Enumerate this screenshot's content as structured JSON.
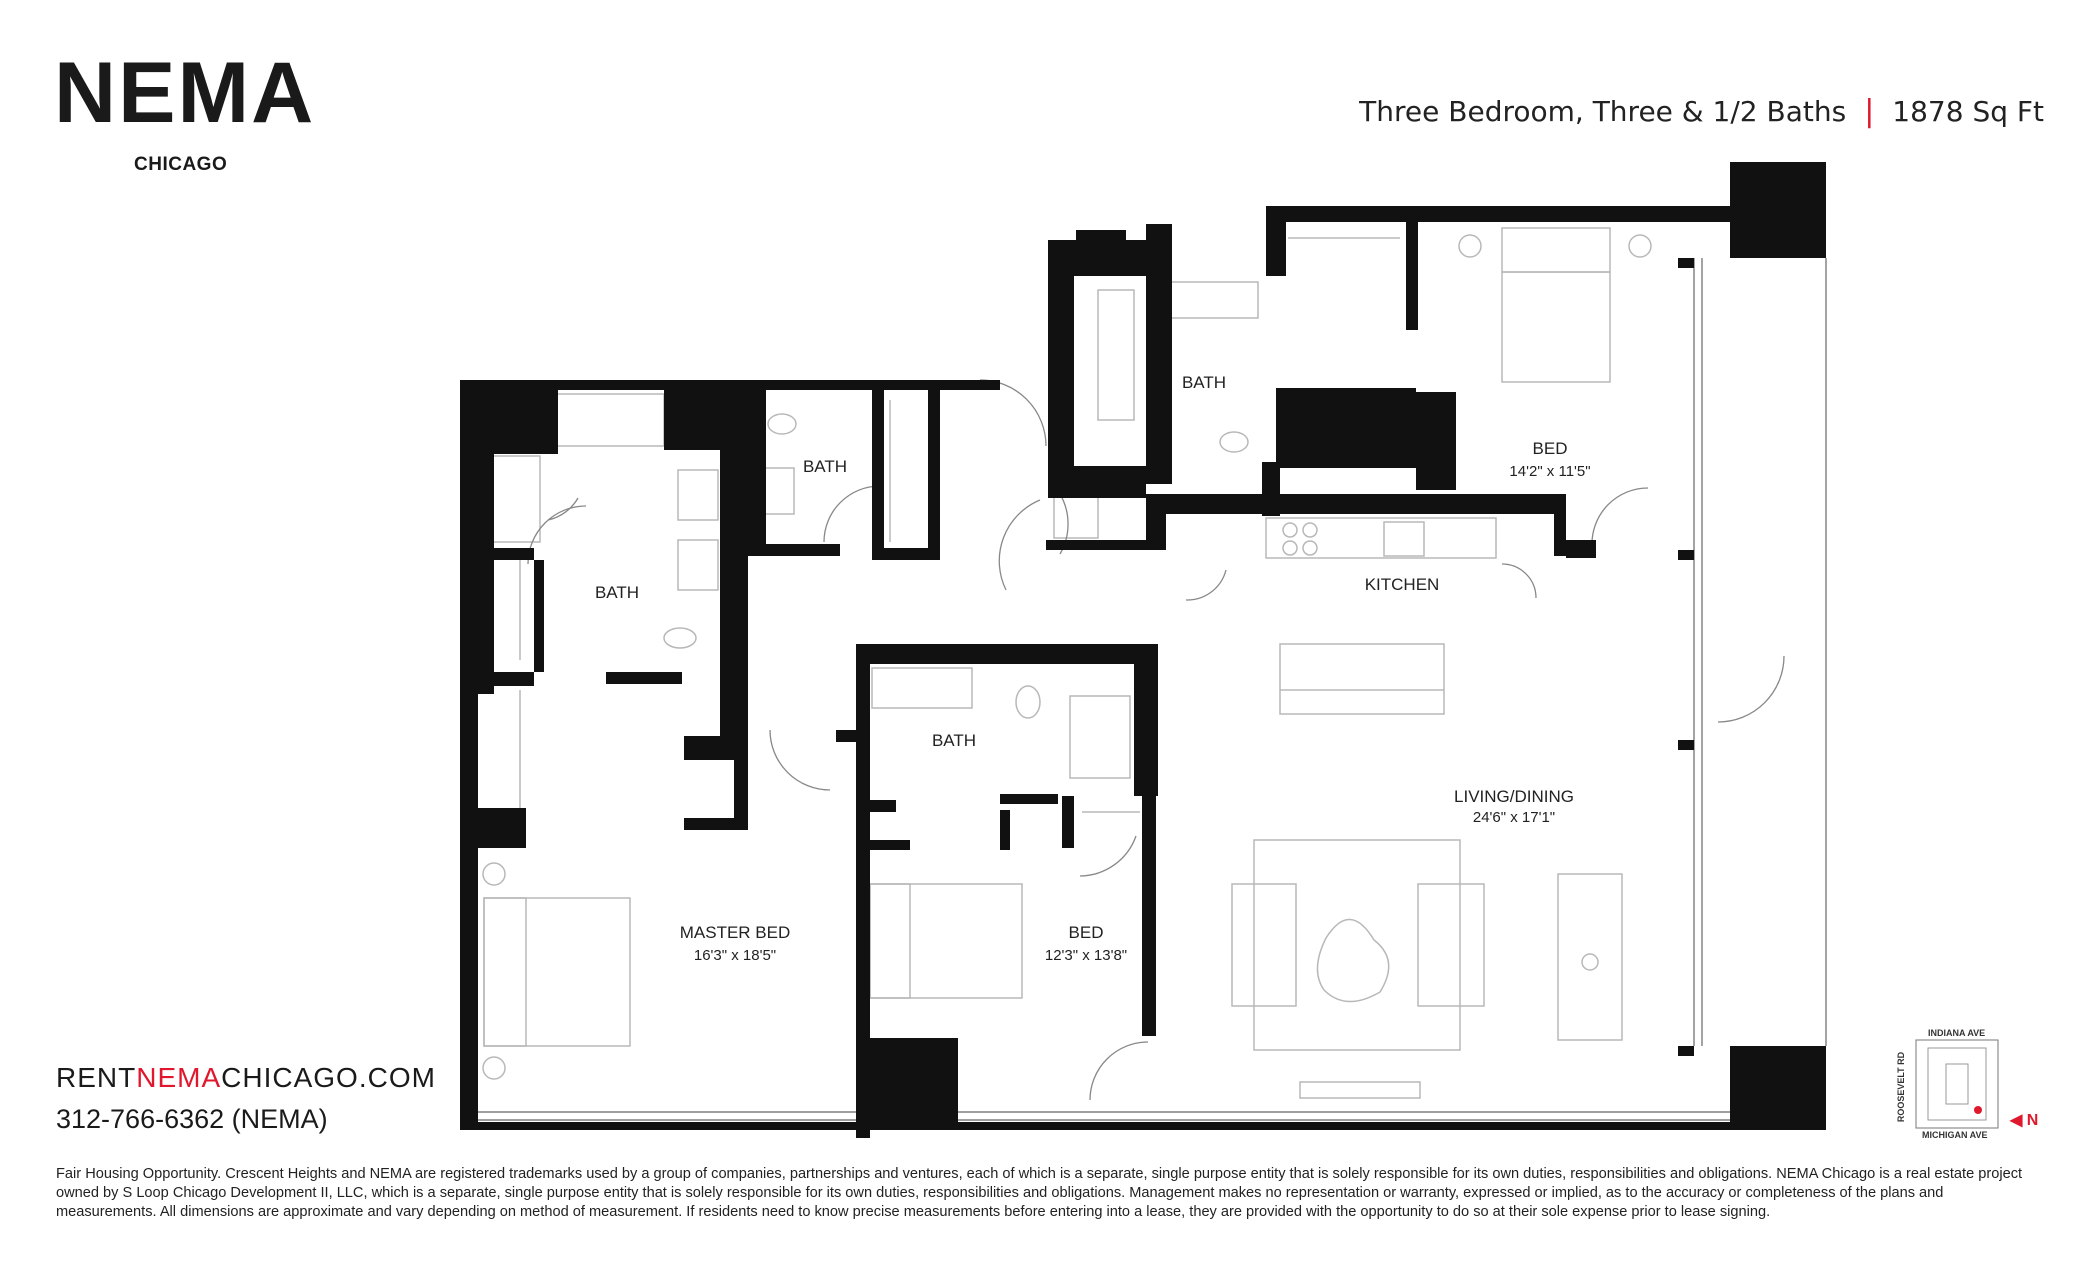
{
  "brand": {
    "name": "NEMA",
    "city": "CHICAGO"
  },
  "headline": {
    "unit_type": "Three Bedroom, Three & 1/2 Baths",
    "separator": "|",
    "area": "1878 Sq Ft"
  },
  "website": {
    "prefix": "RENT",
    "highlight": "NEMA",
    "suffix": "CHICAGO.COM"
  },
  "phone": "312-766-6362 (NEMA)",
  "rooms": {
    "bath_1": "BATH",
    "bath_2": "BATH",
    "bath_3": "BATH",
    "bath_4": "BATH",
    "bed_1": {
      "name": "BED",
      "dims": "14'2\" x 11'5\""
    },
    "kitchen": "KITCHEN",
    "living": {
      "name": "LIVING/DINING",
      "dims": "24'6\" x 17'1\""
    },
    "master": {
      "name": "MASTER BED",
      "dims": "16'3\" x 18'5\""
    },
    "bed_2": {
      "name": "BED",
      "dims": "12'3\" x 13'8\""
    }
  },
  "key_plan": {
    "north_street": "INDIANA AVE",
    "south_street": "MICHIGAN AVE",
    "west_street": "ROOSEVELT RD",
    "north_marker": "◀ N",
    "highlight_color": "#e0182d"
  },
  "disclaimer": "Fair Housing Opportunity. Crescent Heights and NEMA are registered trademarks used by a group of companies, partnerships and ventures, each of which is a separate, single purpose entity that is solely responsible for its own duties, responsibilities and obligations. NEMA Chicago is a real estate project owned by S Loop Chicago Development II, LLC, which is a separate, single purpose entity that is solely responsible for its own duties, responsibilities and obligations. Management makes no representation or warranty, expressed or implied, as to the accuracy or completeness of the plans and measurements. All dimensions are approximate and vary depending on method of measurement. If residents need to know precise measurements before entering into a lease, they are provided with the opportunity to do so at their sole expense prior to lease signing.",
  "colors": {
    "wall": "#111111",
    "accent": "#e0182d",
    "furniture": "#bdbdbd"
  }
}
